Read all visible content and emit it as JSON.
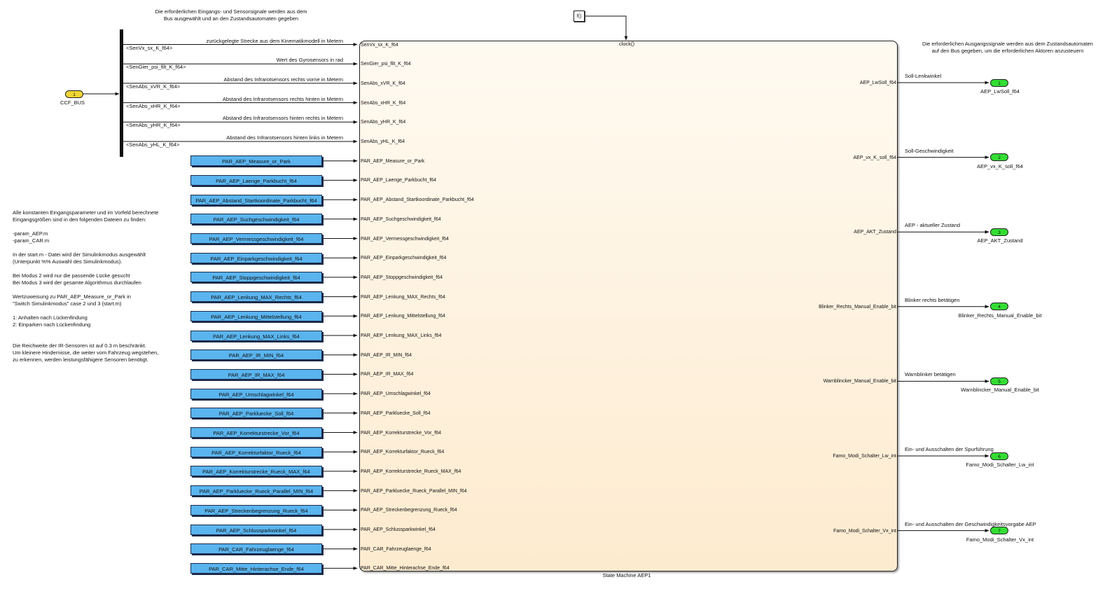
{
  "top_note": "Die erforderlichen Eingangs- und Sensorsignale werden aus dem\nBus ausgewählt und an den Zustandsautomaten gegeben",
  "output_note": "Die erforderlichen Ausgangssignale werden aus dem Zustandsautomaten\nauf den Bus gegeben, um die erforderlichen Aktoren anzusteuern",
  "left_note": "Alle konstanten Eingangsparameter und im Vorfeld berechnete\nEingangsgrößen sind in den folgenden Dateien zu finden:\n\n-param_AEP.m\n-param_CAR.m\n\nIn der start.m - Datei wird der Simulinkmodus ausgewählt\n(Unterpunkt %% Auswahl des Simulinkmodus).\n\nBei Modus 2 wird nur die passende Lücke gesucht\nBei Modus 3 wird der gesamte Algorithmus durchlaufen\n\nWertzuweisung zu PAR_AEP_Measure_or_Park in\n\"Switch Simulinkmodus\" case 2 und 3 (start.m)\n\n1: Anhalten nach Lückenfindung\n2: Einparken nach Lückenfindung\n\n\nDie Reichweite der IR-Sensoren ist auf 0.3 m beschränkt.\nUm kleinere Hindernisse, die weiter vom Fahrzeug wegstehen,\nzu erkennen, werden leistungsfähigere Sensoren benötigt.",
  "fcall_label": "f()",
  "clock_label": "clock()",
  "block_name": "State Machine AEP1",
  "inport": {
    "number": "1",
    "name": "CCF_BUS"
  },
  "bus_signals": [
    {
      "selector": "<SenVx_sx_K_f64>",
      "comment": "zurückgelegte Strecke aus dem Kinematikmodell in Metern",
      "port": "SenVx_sx_K_f64"
    },
    {
      "selector": "<SenGier_psi_filt_K_f64>",
      "comment": "Wert des Gyrosensors in rad",
      "port": "SenGier_psi_filt_K_f64"
    },
    {
      "selector": "<SenAbs_xVR_K_f64>",
      "comment": "Abstand des Infrarotsensors rechts vorne in Metern",
      "port": "SenAbs_xVR_K_f64"
    },
    {
      "selector": "<SenAbs_xHR_K_f64>",
      "comment": "Abstand des Infrarotsensors rechts hinten in Metern",
      "port": "SenAbs_xHR_K_f64"
    },
    {
      "selector": "<SenAbs_yHR_K_f64>",
      "comment": "Abstand des Infrarotsensors hinten rechts in Metern",
      "port": "SenAbs_yHR_K_f64"
    },
    {
      "selector": "<SenAbs_yHL_K_f64>",
      "comment": "Abstand des Infrarotsensors hinten links in Metern",
      "port": "SenAbs_yHL_K_f64"
    }
  ],
  "params": [
    "PAR_AEP_Measure_or_Park",
    "PAR_AEP_Laenge_Parkbucht_f64",
    "PAR_AEP_Abstand_Startkoordinate_Parkbucht_f64",
    "PAR_AEP_Suchgeschwindigkeit_f64",
    "PAR_AEP_Vermessgeschwindigkeit_f64",
    "PAR_AEP_Einparkgeschwindigkeit_f64",
    "PAR_AEP_Stoppgeschwindigkeit_f64",
    "PAR_AEP_Lenkung_MAX_Rechts_f64",
    "PAR_AEP_Lenkung_Mittelstellung_f64",
    "PAR_AEP_Lenkung_MAX_Links_f64",
    "PAR_AEP_IR_MIN_f64",
    "PAR_AEP_IR_MAX_f64",
    "PAR_AEP_Umschlagwinkel_f64",
    "PAR_AEP_Parkluecke_Soll_f64",
    "PAR_AEP_Korrekturstrecke_Vor_f64",
    "PAR_AEP_Korrekturfaktor_Rueck_f64",
    "PAR_AEP_Korrekturstrecke_Rueck_MAX_f64",
    "PAR_AEP_Parkluecke_Rueck_Parallel_MIN_f64",
    "PAR_AEP_Streckenbegrenzung_Rueck_f64",
    "PAR_AEP_Schlussparkwinkel_f64",
    "PAR_CAR_Fahrzeuglaenge_f64",
    "PAR_CAR_Mitte_Hinterachse_Ende_f64"
  ],
  "outputs": [
    {
      "port": "AEP_LwSoll_f64",
      "comment": "Soll-Lenkwinkel",
      "number": "1",
      "name": "AEP_LwSoll_f64"
    },
    {
      "port": "AEP_vx_K_soll_f64",
      "comment": "Soll-Geschwindigkeit",
      "number": "2",
      "name": "AEP_vx_K_soll_f64"
    },
    {
      "port": "AEP_AKT_Zustand",
      "comment": "AEP - aktueller Zustand",
      "number": "3",
      "name": "AEP_AKT_Zustand"
    },
    {
      "port": "Blinker_Rechts_Manual_Enable_bit",
      "comment": "Blinker rechts betätigen",
      "number": "4",
      "name": "Blinker_Rechts_Manual_Enable_bit"
    },
    {
      "port": "Warnblincker_Manual_Enable_bit",
      "comment": "Warnblinker betätigen",
      "number": "5",
      "name": "Warnblincker_Manual_Enable_bit"
    },
    {
      "port": "Famo_Modi_Schalter_Lw_int",
      "comment": "Ein- und Ausschalten der Spurführung",
      "number": "6",
      "name": "Famo_Modi_Schalter_Lw_int"
    },
    {
      "port": "Famo_Modi_Schalter_Vx_int",
      "comment": "Ein- und Ausschalten der Geschwindigkeitsvorgabe AEP",
      "number": "7",
      "name": "Famo_Modi_Schalter_Vx_int"
    }
  ]
}
